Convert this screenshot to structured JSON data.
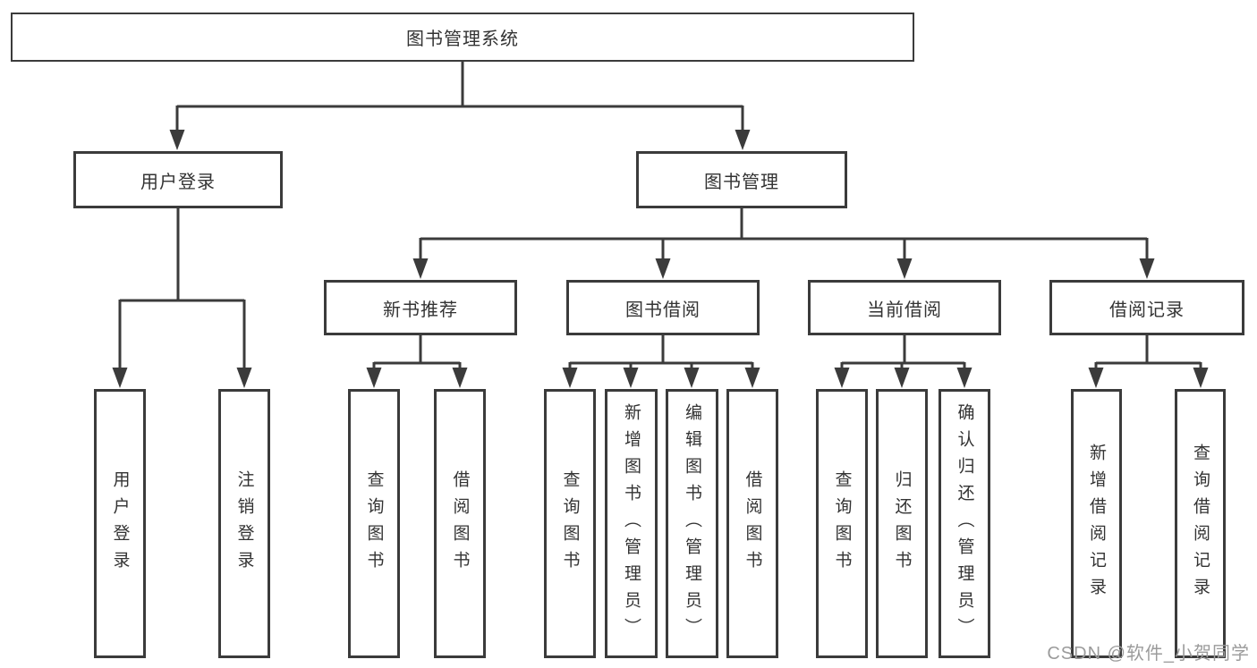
{
  "colors": {
    "line": "#3b3b3b",
    "text": "#333333",
    "background": "#ffffff",
    "watermark": "#9b9b9b"
  },
  "tree": {
    "root": {
      "label": "图书管理系统"
    },
    "branches": [
      {
        "label": "用户登录",
        "leaves": [
          {
            "label": "用户登录"
          },
          {
            "label": "注销登录"
          }
        ]
      },
      {
        "label": "图书管理",
        "children": [
          {
            "label": "新书推荐",
            "leaves": [
              {
                "label": "查询图书"
              },
              {
                "label": "借阅图书"
              }
            ]
          },
          {
            "label": "图书借阅",
            "leaves": [
              {
                "label": "查询图书"
              },
              {
                "label": "新增图书（管理员）"
              },
              {
                "label": "编辑图书（管理员）"
              },
              {
                "label": "借阅图书"
              }
            ]
          },
          {
            "label": "当前借阅",
            "leaves": [
              {
                "label": "查询图书"
              },
              {
                "label": "归还图书"
              },
              {
                "label": "确认归还（管理员）"
              }
            ]
          },
          {
            "label": "借阅记录",
            "leaves": [
              {
                "label": "新增借阅记录"
              },
              {
                "label": "查询借阅记录"
              }
            ]
          }
        ]
      }
    ]
  },
  "watermark": {
    "text": "CSDN @软件_小贺同学"
  }
}
